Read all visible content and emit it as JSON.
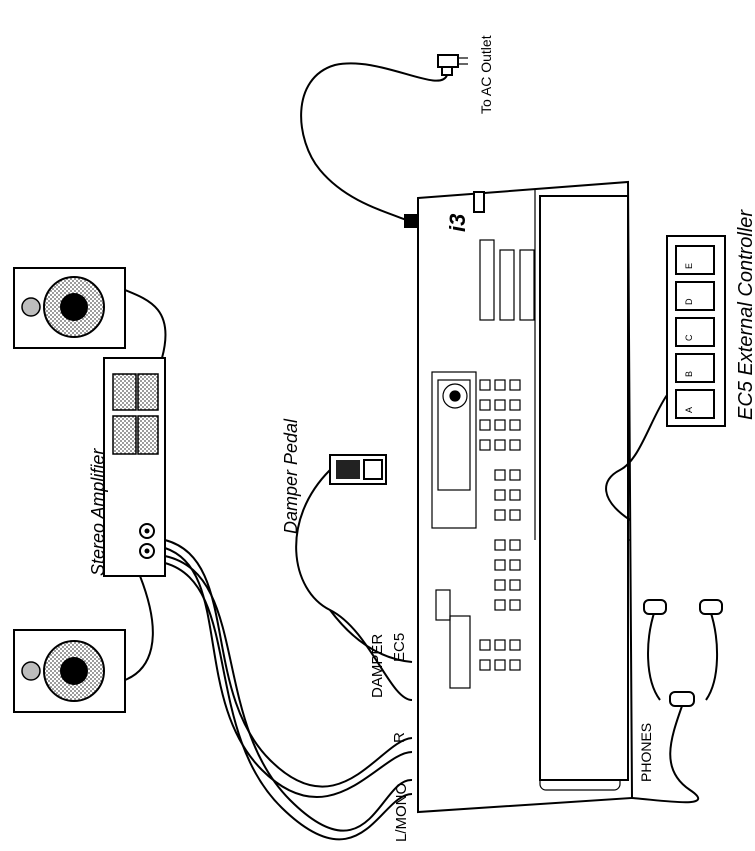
{
  "labels": {
    "ac_outlet": "To AC Outlet",
    "ec5_external": "EC5 External Controller",
    "damper_pedal": "Damper Pedal",
    "stereo_amplifier": "Stereo Amplifier",
    "damper_jack": "DAMPER",
    "ec5_jack": "EC5",
    "r_jack": "R",
    "lmono_jack": "L/MONO",
    "phones": "PHONES",
    "model_badge": "i3"
  },
  "ec5_buttons": [
    "A",
    "B",
    "C",
    "D",
    "E"
  ],
  "icons": {
    "speaker": "speaker-icon",
    "amplifier": "amplifier-icon",
    "pedal": "damper-pedal-icon",
    "headphones": "headphones-icon",
    "plug": "ac-plug-icon"
  }
}
